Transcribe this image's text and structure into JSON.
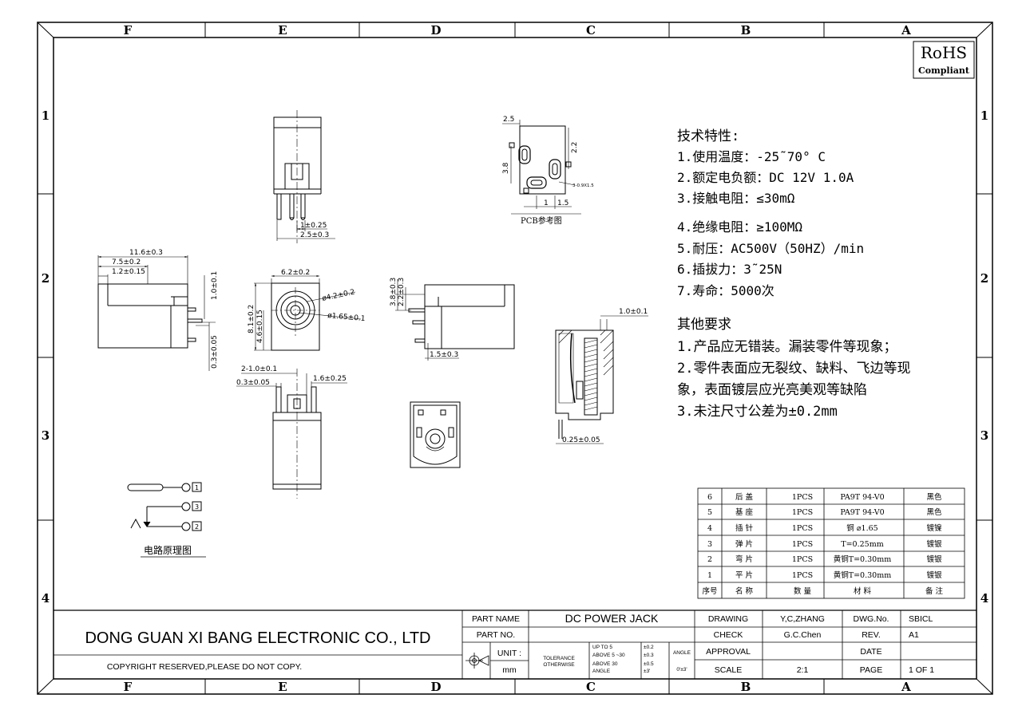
{
  "zones": {
    "columns": [
      "F",
      "E",
      "D",
      "C",
      "B",
      "A"
    ],
    "rows": [
      "1",
      "2",
      "3",
      "4"
    ]
  },
  "rohs": {
    "line1": "RoHS",
    "line2": "Compliant"
  },
  "dims": {
    "top_pin_spacing": "1±0.25",
    "top_pin_width": "2.5±0.3",
    "pcb_top": "2.5",
    "pcb_left": "3.8",
    "pcb_right": "2.2",
    "pcb_bottom1": "1",
    "pcb_bottom2": "1.5",
    "pcb_hole": "3-0.9X1.5",
    "pcb_ref": "PCB参考图",
    "side_len": "11.6±0.3",
    "side_d1": "7.5±0.2",
    "side_d2": "1.2±0.15",
    "side_h": "1.0±0.1",
    "side_pin": "0.3±0.05",
    "front_w": "6.2±0.2",
    "front_h1": "8.1±0.2",
    "front_h2": "4.6±0.15",
    "front_d1": "ø4.2±0.2",
    "front_d2": "ø1.65±0.1",
    "rside_h1": "3.8±0.3",
    "rside_h2": "2.2±0.3",
    "rside_pin": "1.5±0.3",
    "bot_d1": "2-1.0±0.1",
    "bot_d2": "1.6±0.25",
    "bot_d3": "0.3±0.05",
    "sect_top": "1.0±0.1",
    "sect_bot": "0.25±0.05",
    "pin1": "1",
    "pin2": "2",
    "pin3": "3",
    "schematic_label": "电路原理图"
  },
  "specs": {
    "heading": "技术特性:",
    "lines": [
      "1.使用温度：-25˜70° C",
      "2.额定电负额：DC 12V 1.0A",
      "3.接触电阻：≤30mΩ",
      "4.绝缘电阻：≥100MΩ",
      "5.耐压：AC500V（50HZ）/min",
      "6.插拔力：3˜25N",
      "7.寿命：5000次"
    ],
    "other_heading": "其他要求",
    "other_lines": [
      "1.产品应无错装。漏装零件等现象；",
      "2.零件表面应无裂纹、缺料、飞边等现",
      "象，表面镀层应光亮美观等缺陷",
      "3.未注尺寸公差为±0.2mm"
    ]
  },
  "bom": {
    "rows": [
      [
        "6",
        "后 盖",
        "1PCS",
        "PA9T 94-V0",
        "黑色"
      ],
      [
        "5",
        "基 座",
        "1PCS",
        "PA9T 94-V0",
        "黑色"
      ],
      [
        "4",
        "插 针",
        "1PCS",
        "铜 ⌀1.65",
        "镀镍"
      ],
      [
        "3",
        "弹 片",
        "1PCS",
        "T=0.25mm",
        "镀银"
      ],
      [
        "2",
        "弯 片",
        "1PCS",
        "黄铜T=0.30mm",
        "镀银"
      ],
      [
        "1",
        "平 片",
        "1PCS",
        "黄铜T=0.30mm",
        "镀银"
      ]
    ],
    "header": [
      "序号",
      "名 称",
      "数 量",
      "材 料",
      "备 注"
    ]
  },
  "title_block": {
    "company": "DONG GUAN XI BANG ELECTRONIC CO., LTD",
    "copyright": "COPYRIGHT  RESERVED,PLEASE  DO  NOT  COPY.",
    "part_name_label": "PART  NAME",
    "part_name": "DC POWER JACK",
    "part_no_label": "PART  NO.",
    "unit_label": "UNIT :",
    "unit_value": "mm",
    "tol_label1": "TOLERANCE",
    "tol_label2": "OTHERWISE",
    "tol_r1": "UP TO 5",
    "tol_v1": "±0.2",
    "tol_r2": "ABOVE 5 ~30",
    "tol_v2": "±0.3",
    "tol_r3a": "ABOVE  30",
    "tol_r3b": "ANGLE",
    "tol_v3": "±0.5",
    "tol_v4": "±3'",
    "angle_label": "ANGLE",
    "angle_value": "0'±3'",
    "drawing_label": "DRAWING",
    "drawing_value": "Y,C,ZHANG",
    "check_label": "CHECK",
    "check_value": "G.C.Chen",
    "approval_label": "APPROVAL",
    "scale_label": "SCALE",
    "scale_value": "2:1",
    "dwg_label": "DWG.No.",
    "dwg_value": "SBICL",
    "rev_label": "REV.",
    "rev_value": "A1",
    "date_label": "DATE",
    "page_label": "PAGE",
    "page_value": "1  OF  1"
  }
}
